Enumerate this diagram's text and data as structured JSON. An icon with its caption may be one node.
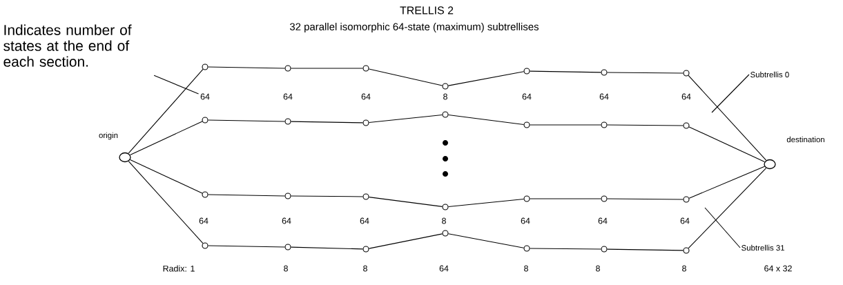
{
  "diagram": {
    "title": "TRELLIS 2",
    "nodes": [
      {
        "text": [],
        "shape": "circle",
        "beside": [
          "origin"
        ]
      },
      {
        "text": [],
        "shape": "circle"
      },
      {
        "text": [],
        "shape": "circle"
      },
      {
        "text": [],
        "shape": "circle"
      },
      {
        "text": [],
        "shape": "circle"
      },
      {
        "text": [],
        "shape": "circle"
      },
      {
        "text": [],
        "shape": "circle"
      },
      {
        "text": [],
        "shape": "circle"
      },
      {
        "text": [],
        "shape": "circle"
      },
      {
        "text": [],
        "shape": "circle"
      },
      {
        "text": [],
        "shape": "circle"
      },
      {
        "text": [],
        "shape": "circle"
      },
      {
        "text": [],
        "shape": "circle"
      },
      {
        "text": [],
        "shape": "circle"
      },
      {
        "text": [],
        "shape": "circle"
      },
      {
        "text": [],
        "shape": "circle"
      },
      {
        "text": [],
        "shape": "circle"
      },
      {
        "text": [],
        "shape": "circle"
      },
      {
        "text": [],
        "shape": "circle"
      },
      {
        "text": [],
        "shape": "circle"
      },
      {
        "text": [],
        "shape": "circle"
      },
      {
        "text": [],
        "shape": "circle"
      },
      {
        "text": [],
        "shape": "circle"
      },
      {
        "text": [],
        "shape": "circle"
      },
      {
        "text": [],
        "shape": "circle"
      },
      {
        "text": [],
        "shape": "circle"
      },
      {
        "text": [],
        "shape": "circle"
      },
      {
        "text": [],
        "shape": "circle"
      },
      {
        "text": [],
        "shape": "circle"
      },
      {
        "text": [],
        "shape": "circle",
        "beside": [
          "destination"
        ]
      },
      {
        "text": [
          "Indicates number of states at the end of each section."
        ]
      },
      {
        "text": [
          "Subtrellis 0"
        ]
      },
      {
        "text": [
          "Subtrellis 31"
        ]
      },
      {
        "text": [
          "64"
        ]
      }
    ],
    "edges": [
      {
        "from": 0,
        "to": 1,
        "arrow": "none"
      },
      {
        "from": 0,
        "to": 8,
        "arrow": "none"
      },
      {
        "from": 0,
        "to": 15,
        "arrow": "none"
      },
      {
        "from": 0,
        "to": 22,
        "arrow": "none"
      },
      {
        "from": 1,
        "to": 2,
        "arrow": "none"
      },
      {
        "from": 2,
        "to": 3,
        "arrow": "none"
      },
      {
        "from": 3,
        "to": 4,
        "arrow": "none"
      },
      {
        "from": 4,
        "to": 5,
        "arrow": "none"
      },
      {
        "from": 5,
        "to": 6,
        "arrow": "none"
      },
      {
        "from": 6,
        "to": 7,
        "arrow": "none"
      },
      {
        "from": 8,
        "to": 9,
        "arrow": "none"
      },
      {
        "from": 9,
        "to": 10,
        "arrow": "none"
      },
      {
        "from": 10,
        "to": 11,
        "arrow": "none"
      },
      {
        "from": 11,
        "to": 12,
        "arrow": "none"
      },
      {
        "from": 12,
        "to": 13,
        "arrow": "none"
      },
      {
        "from": 13,
        "to": 14,
        "arrow": "none"
      },
      {
        "from": 15,
        "to": 16,
        "arrow": "none"
      },
      {
        "from": 16,
        "to": 17,
        "arrow": "none"
      },
      {
        "from": 17,
        "to": 18,
        "arrow": "none"
      },
      {
        "from": 18,
        "to": 19,
        "arrow": "none"
      },
      {
        "from": 19,
        "to": 20,
        "arrow": "none"
      },
      {
        "from": 20,
        "to": 21,
        "arrow": "none"
      },
      {
        "from": 22,
        "to": 23,
        "arrow": "none"
      },
      {
        "from": 23,
        "to": 24,
        "arrow": "none"
      },
      {
        "from": 24,
        "to": 25,
        "arrow": "none"
      },
      {
        "from": 25,
        "to": 26,
        "arrow": "none"
      },
      {
        "from": 26,
        "to": 27,
        "arrow": "none"
      },
      {
        "from": 27,
        "to": 28,
        "arrow": "none"
      },
      {
        "from": 7,
        "to": 29,
        "arrow": "none"
      },
      {
        "from": 14,
        "to": 29,
        "arrow": "none"
      },
      {
        "from": 21,
        "to": 29,
        "arrow": "none"
      },
      {
        "from": 28,
        "to": 29,
        "arrow": "none"
      },
      {
        "from": 30,
        "to": 33,
        "arrow": "none"
      },
      {
        "from": 31,
        "to": null,
        "arrow": "none"
      },
      {
        "from": 32,
        "to": null,
        "arrow": "none"
      }
    ],
    "labels": [
      "32 parallel isomorphic 64-state (maximum) subtrellises",
      "64",
      "64",
      "8",
      "64",
      "64",
      "64",
      "64",
      "64",
      "64",
      "8",
      "64",
      "64",
      "64",
      "Radix: 1",
      "8",
      "8",
      "64",
      "8",
      "8",
      "8",
      "64 x 32"
    ]
  }
}
